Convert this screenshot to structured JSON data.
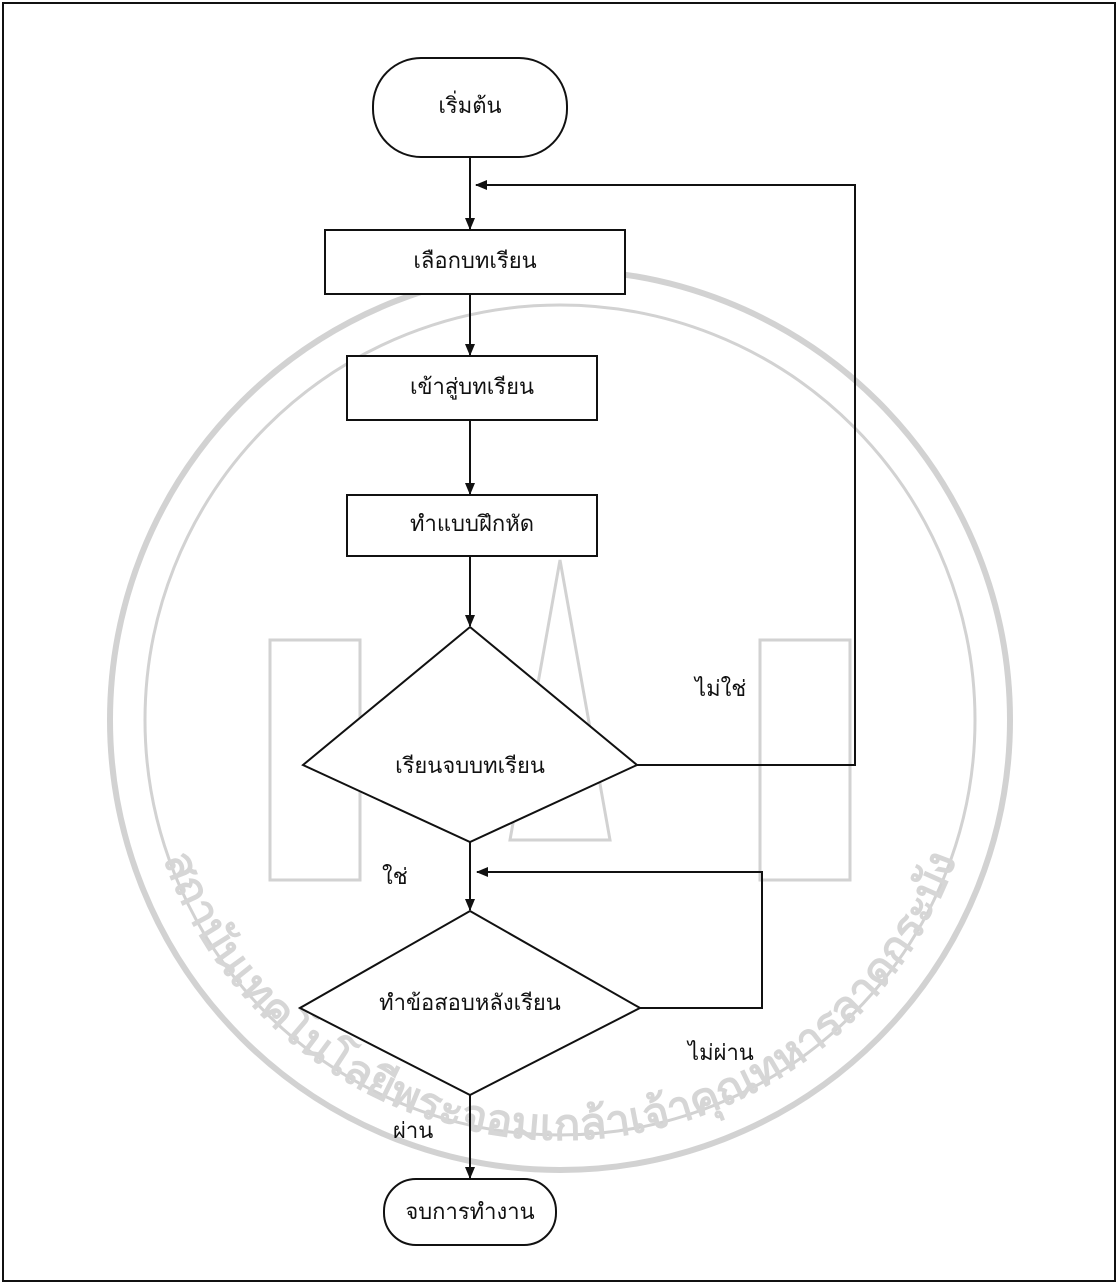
{
  "flowchart": {
    "start": "เริ่มต้น",
    "select_lesson": "เลือกบทเรียน",
    "enter_lesson": "เข้าสู่บทเรียน",
    "do_exercise": "ทำแบบฝึกหัด",
    "finished_lesson": "เรียนจบบทเรียน",
    "post_test": "ทำข้อสอบหลังเรียน",
    "end": "จบการทำงาน",
    "label_no": "ไม่ใช่",
    "label_yes": "ใช่",
    "label_fail": "ไม่ผ่าน",
    "label_pass": "ผ่าน"
  },
  "watermark": {
    "text": "สถาบันเทคโนโลยีพระจอมเกล้าเจ้าคุณทหารลาดกระบัง"
  },
  "colors": {
    "ink": "#111111",
    "watermark": "#d2d2d2",
    "background": "#ffffff"
  }
}
